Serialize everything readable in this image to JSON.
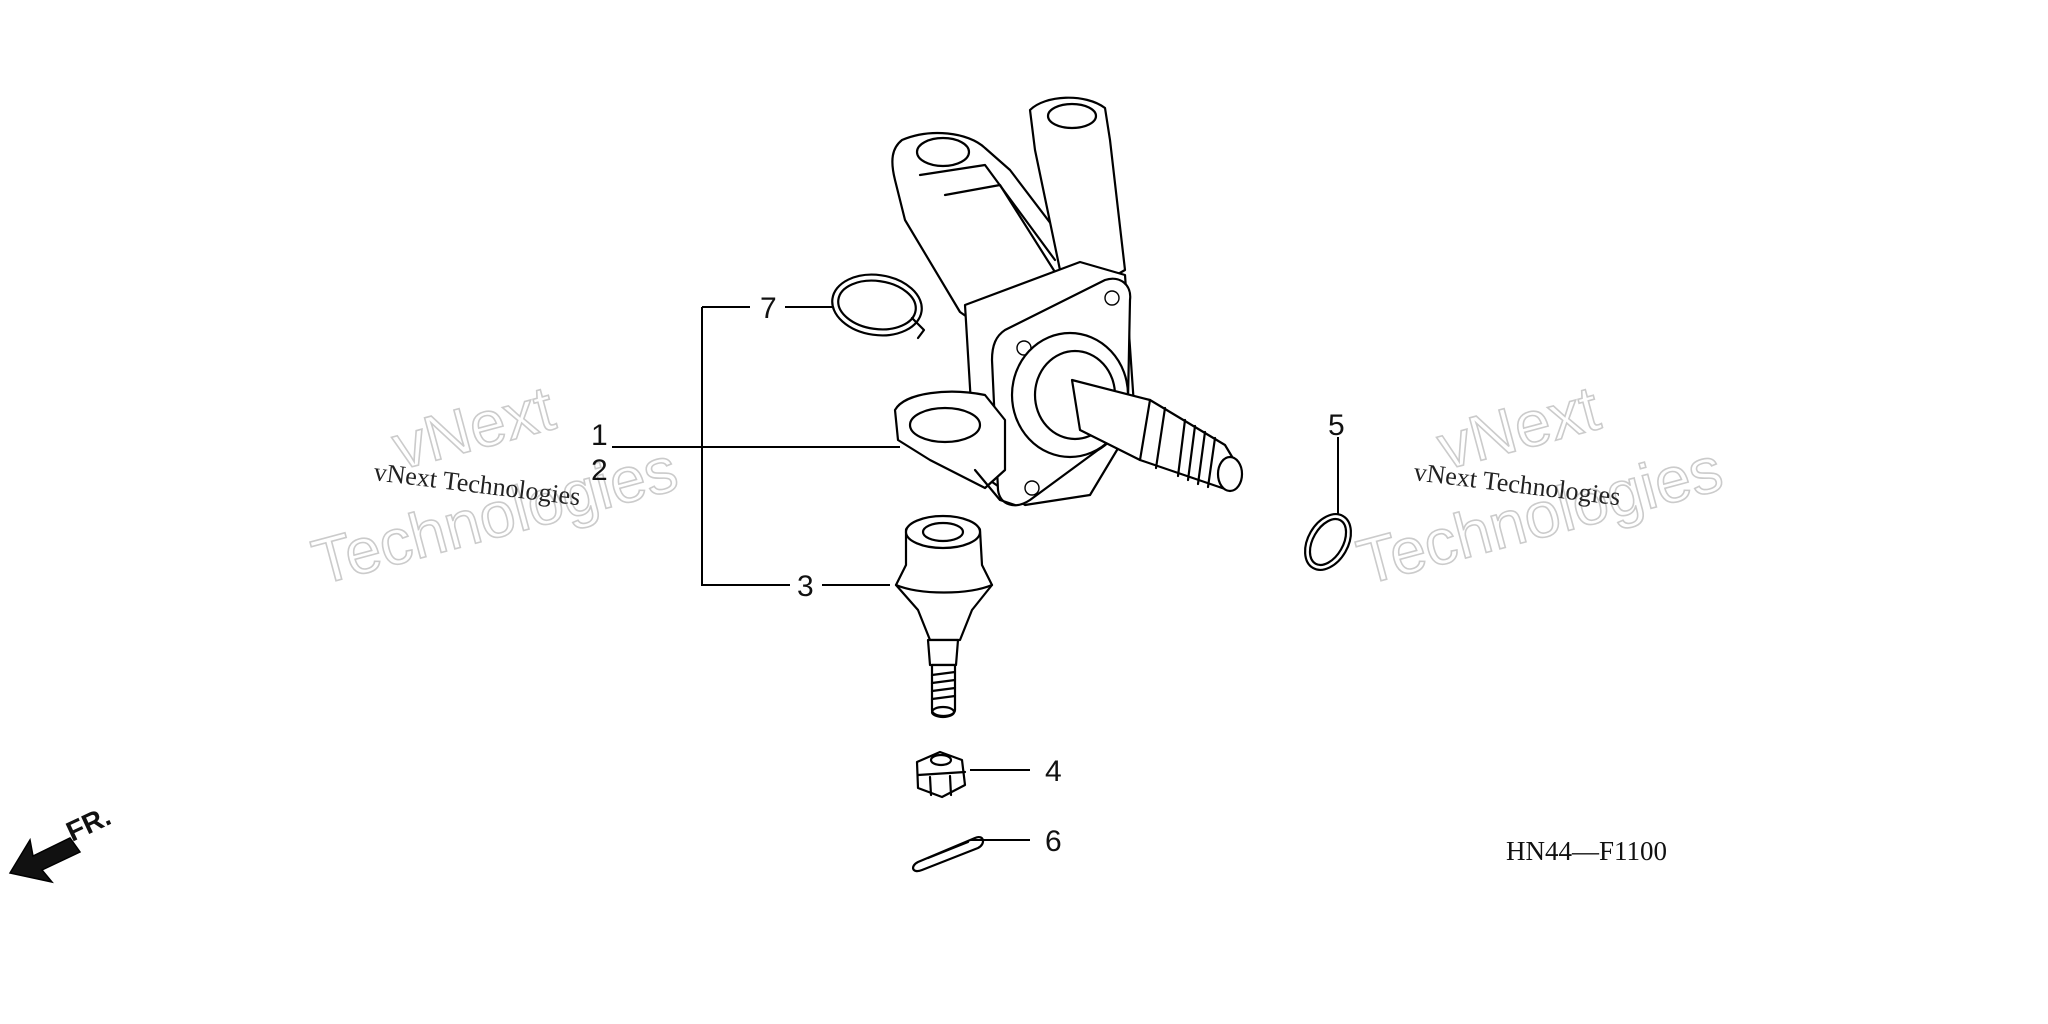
{
  "watermarks": [
    {
      "name": "vNext Technologies",
      "line1": "vNext",
      "line2": "Technologies"
    },
    {
      "name": "vNext Technologies",
      "line1": "vNext",
      "line2": "Technologies"
    }
  ],
  "callouts": {
    "part1": "1",
    "part2": "2",
    "part3": "3",
    "part4": "4",
    "part5": "5",
    "part6": "6",
    "part7": "7"
  },
  "front_indicator": "FR.",
  "diagram_code": "HN44—F1100",
  "colors": {
    "line": "#000000",
    "watermark": "#c6c6c6",
    "background": "#ffffff"
  }
}
